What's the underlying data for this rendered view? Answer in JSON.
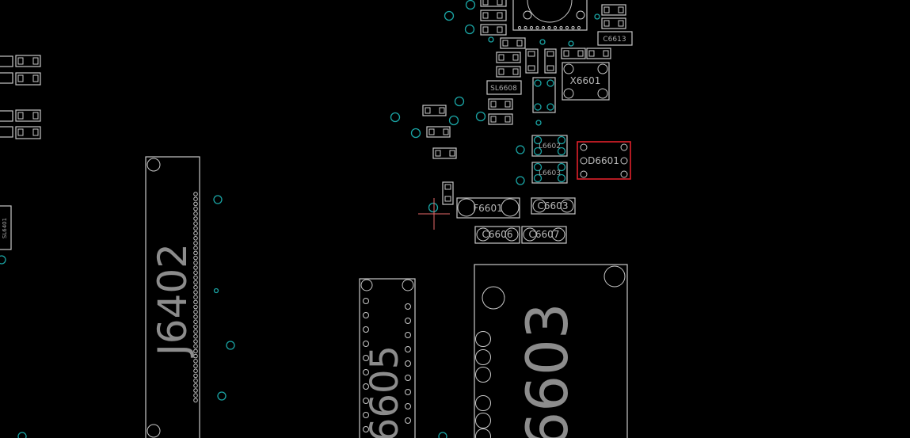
{
  "designators": {
    "j6402": "J6402",
    "j6605": "6605",
    "j6603": "6603",
    "x6601": "X6601",
    "d6601": "D6601",
    "f6601": "F6601",
    "c6603": "C6603",
    "c6606": "C6606",
    "c6607": "C6607",
    "c6613": "C6613",
    "l6602": "L6602",
    "l6603": "L6603",
    "sl6608": "SL6608",
    "sl6401": "SL6401"
  },
  "colors": {
    "background": "#000000",
    "outline": "#c8c8c8",
    "via": "#1aa5a5",
    "highlight": "#e0202a",
    "cursor": "#e86a6a"
  },
  "selected_component": "D6601"
}
